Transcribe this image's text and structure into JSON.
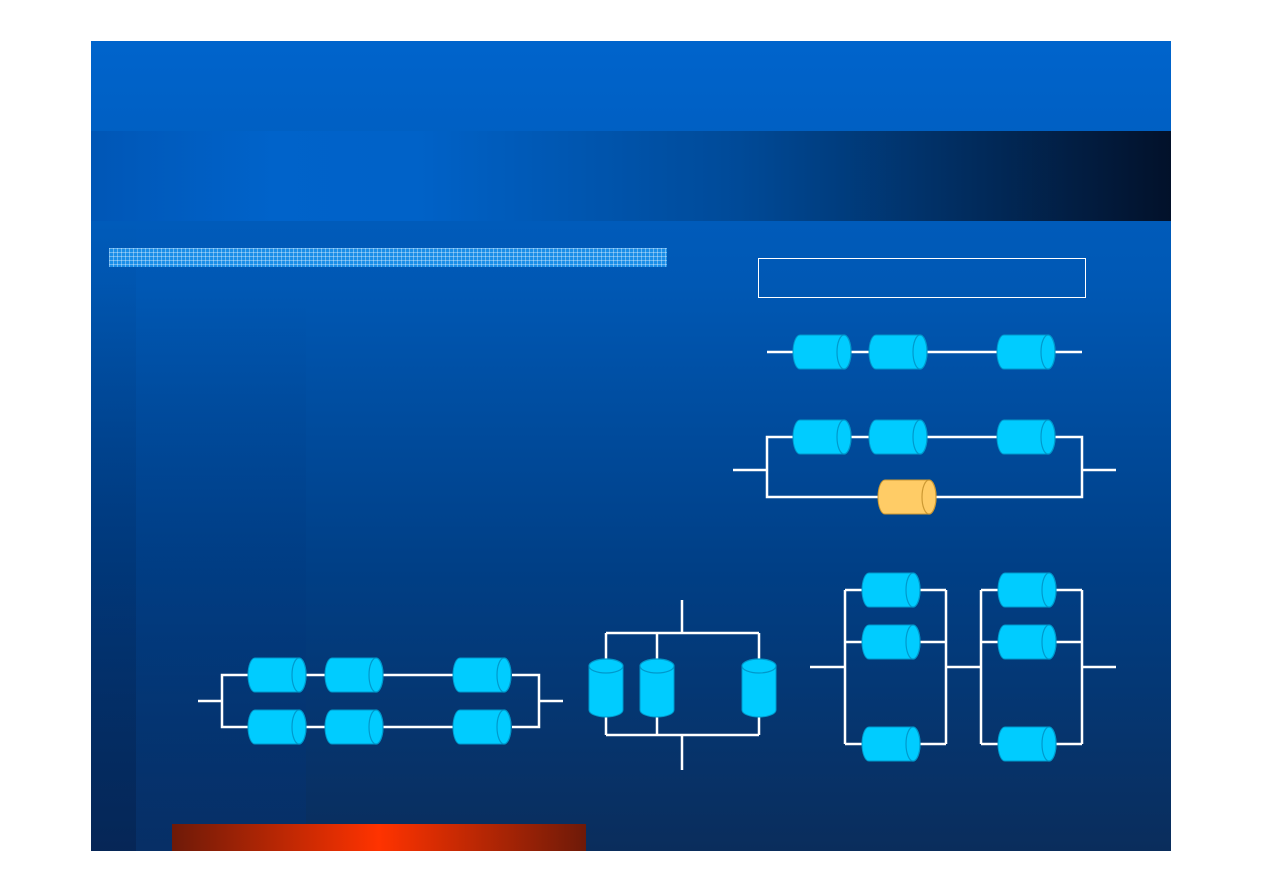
{
  "slide": {
    "background": "#0064cc",
    "title_band_end_color": "#02112a",
    "accent_bar_color": "#1a8ee8",
    "bottom_bar_color": "#ff3300"
  },
  "diagram": {
    "wire_color": "#ffffff",
    "component_color": "#00ccff",
    "component_edge_color": "#0099cc",
    "highlight_component_color": "#ffcc66",
    "highlight_component_edge_color": "#cc9933",
    "components": {
      "series_chain": 3,
      "series_with_standby_primary": 3,
      "series_with_standby_backup": 1,
      "parallel_chains": 6,
      "parallel_cylinders": 3,
      "two_stage_parallel": 6
    }
  }
}
